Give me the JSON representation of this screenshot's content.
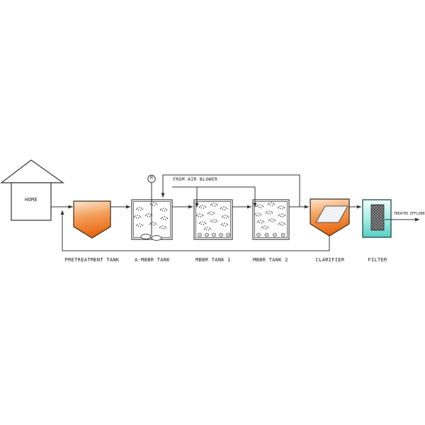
{
  "diagram": {
    "nodes": [
      {
        "id": "home",
        "label": "HOME"
      },
      {
        "id": "pretreatment-tank",
        "label": "PRETREATMENT TANK"
      },
      {
        "id": "a-mbbr-tank",
        "label": "A-MBBR TANK"
      },
      {
        "id": "mbbr-tank-1",
        "label": "MBBR TANK 1"
      },
      {
        "id": "mbbr-tank-2",
        "label": "MBBR TANK 2"
      },
      {
        "id": "clarifier",
        "label": "CLARIFIER"
      },
      {
        "id": "filter",
        "label": "FILTER"
      }
    ],
    "annotations": {
      "air_supply": "FROM AIR BLOWER",
      "effluent": "TREATED EFFLUENT",
      "motor": "M"
    },
    "flows": [
      "HOME -> PRETREATMENT TANK",
      "PRETREATMENT TANK -> A-MBBR TANK",
      "A-MBBR TANK -> MBBR TANK 1",
      "MBBR TANK 1 -> MBBR TANK 2",
      "MBBR TANK 2 -> CLARIFIER",
      "CLARIFIER -> FILTER",
      "FILTER -> TREATED EFFLUENT",
      "MBBR TANK 2 outlet -> recirculation to A-MBBR TANK",
      "CLARIFIER underflow -> return to plant inlet",
      "AIR BLOWER -> MBBR TANK 1 and MBBR TANK 2"
    ],
    "colors": {
      "tank_fill_dark": "#E8650E",
      "tank_fill_mid": "#F4A05C",
      "tank_fill_light": "#FCE7D2",
      "filter_fill_dark": "#58D1C5",
      "filter_fill_light": "#F2FEFC",
      "line": "#333333"
    }
  }
}
